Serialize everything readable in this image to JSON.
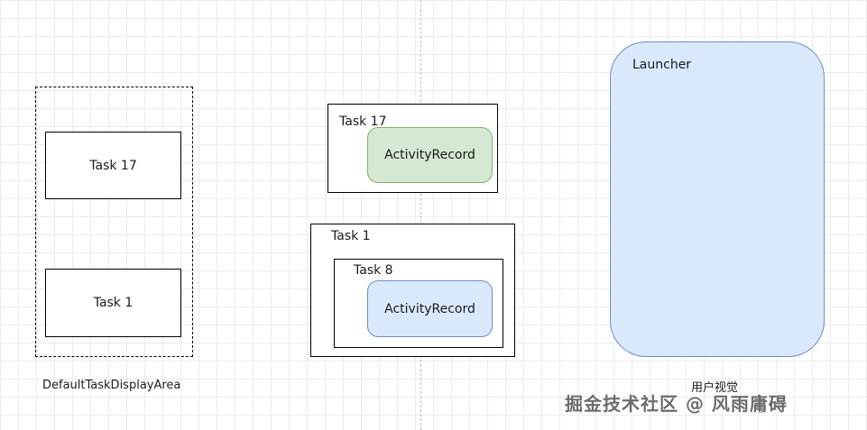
{
  "left_diagram": {
    "caption": "DefaultTaskDisplayArea",
    "tasks": [
      "Task 17",
      "Task 1"
    ]
  },
  "middle_diagram": {
    "task_17": {
      "label": "Task 17",
      "activity": "ActivityRecord"
    },
    "task_1": {
      "label": "Task 1",
      "inner_task": {
        "label": "Task 8",
        "activity": "ActivityRecord"
      }
    }
  },
  "right_diagram": {
    "launcher_label": "Launcher",
    "caption": "用户视觉"
  },
  "watermark": "掘金技术社区 @ 风雨庸碍",
  "colors": {
    "green_fill": "#d5e8d4",
    "green_stroke": "#82b366",
    "blue_fill": "#dae8fc",
    "blue_stroke": "#6c8ebf"
  }
}
